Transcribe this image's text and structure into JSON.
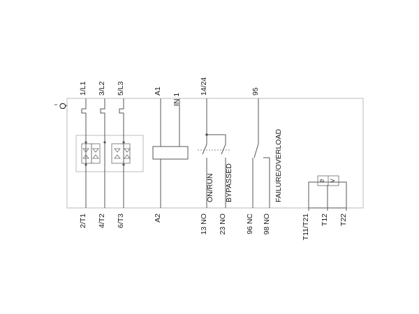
{
  "device_tag": "Q",
  "top_terminals": [
    "1/L1",
    "3/L2",
    "5/L3",
    "A1",
    "IN 1",
    "14/24",
    "95"
  ],
  "bottom_terminals": [
    "2/T1",
    "4/T2",
    "6/T3",
    "A2",
    "13 NO",
    "23 NO",
    "96 NC",
    "98 NO",
    "T11/T21",
    "T12",
    "T22"
  ],
  "contact_labels": [
    "ON/RUN",
    "BYPASSED",
    "FAILURE/OVERLOAD"
  ],
  "sensor_symbol": "ϑ",
  "sensor_unit": "V"
}
